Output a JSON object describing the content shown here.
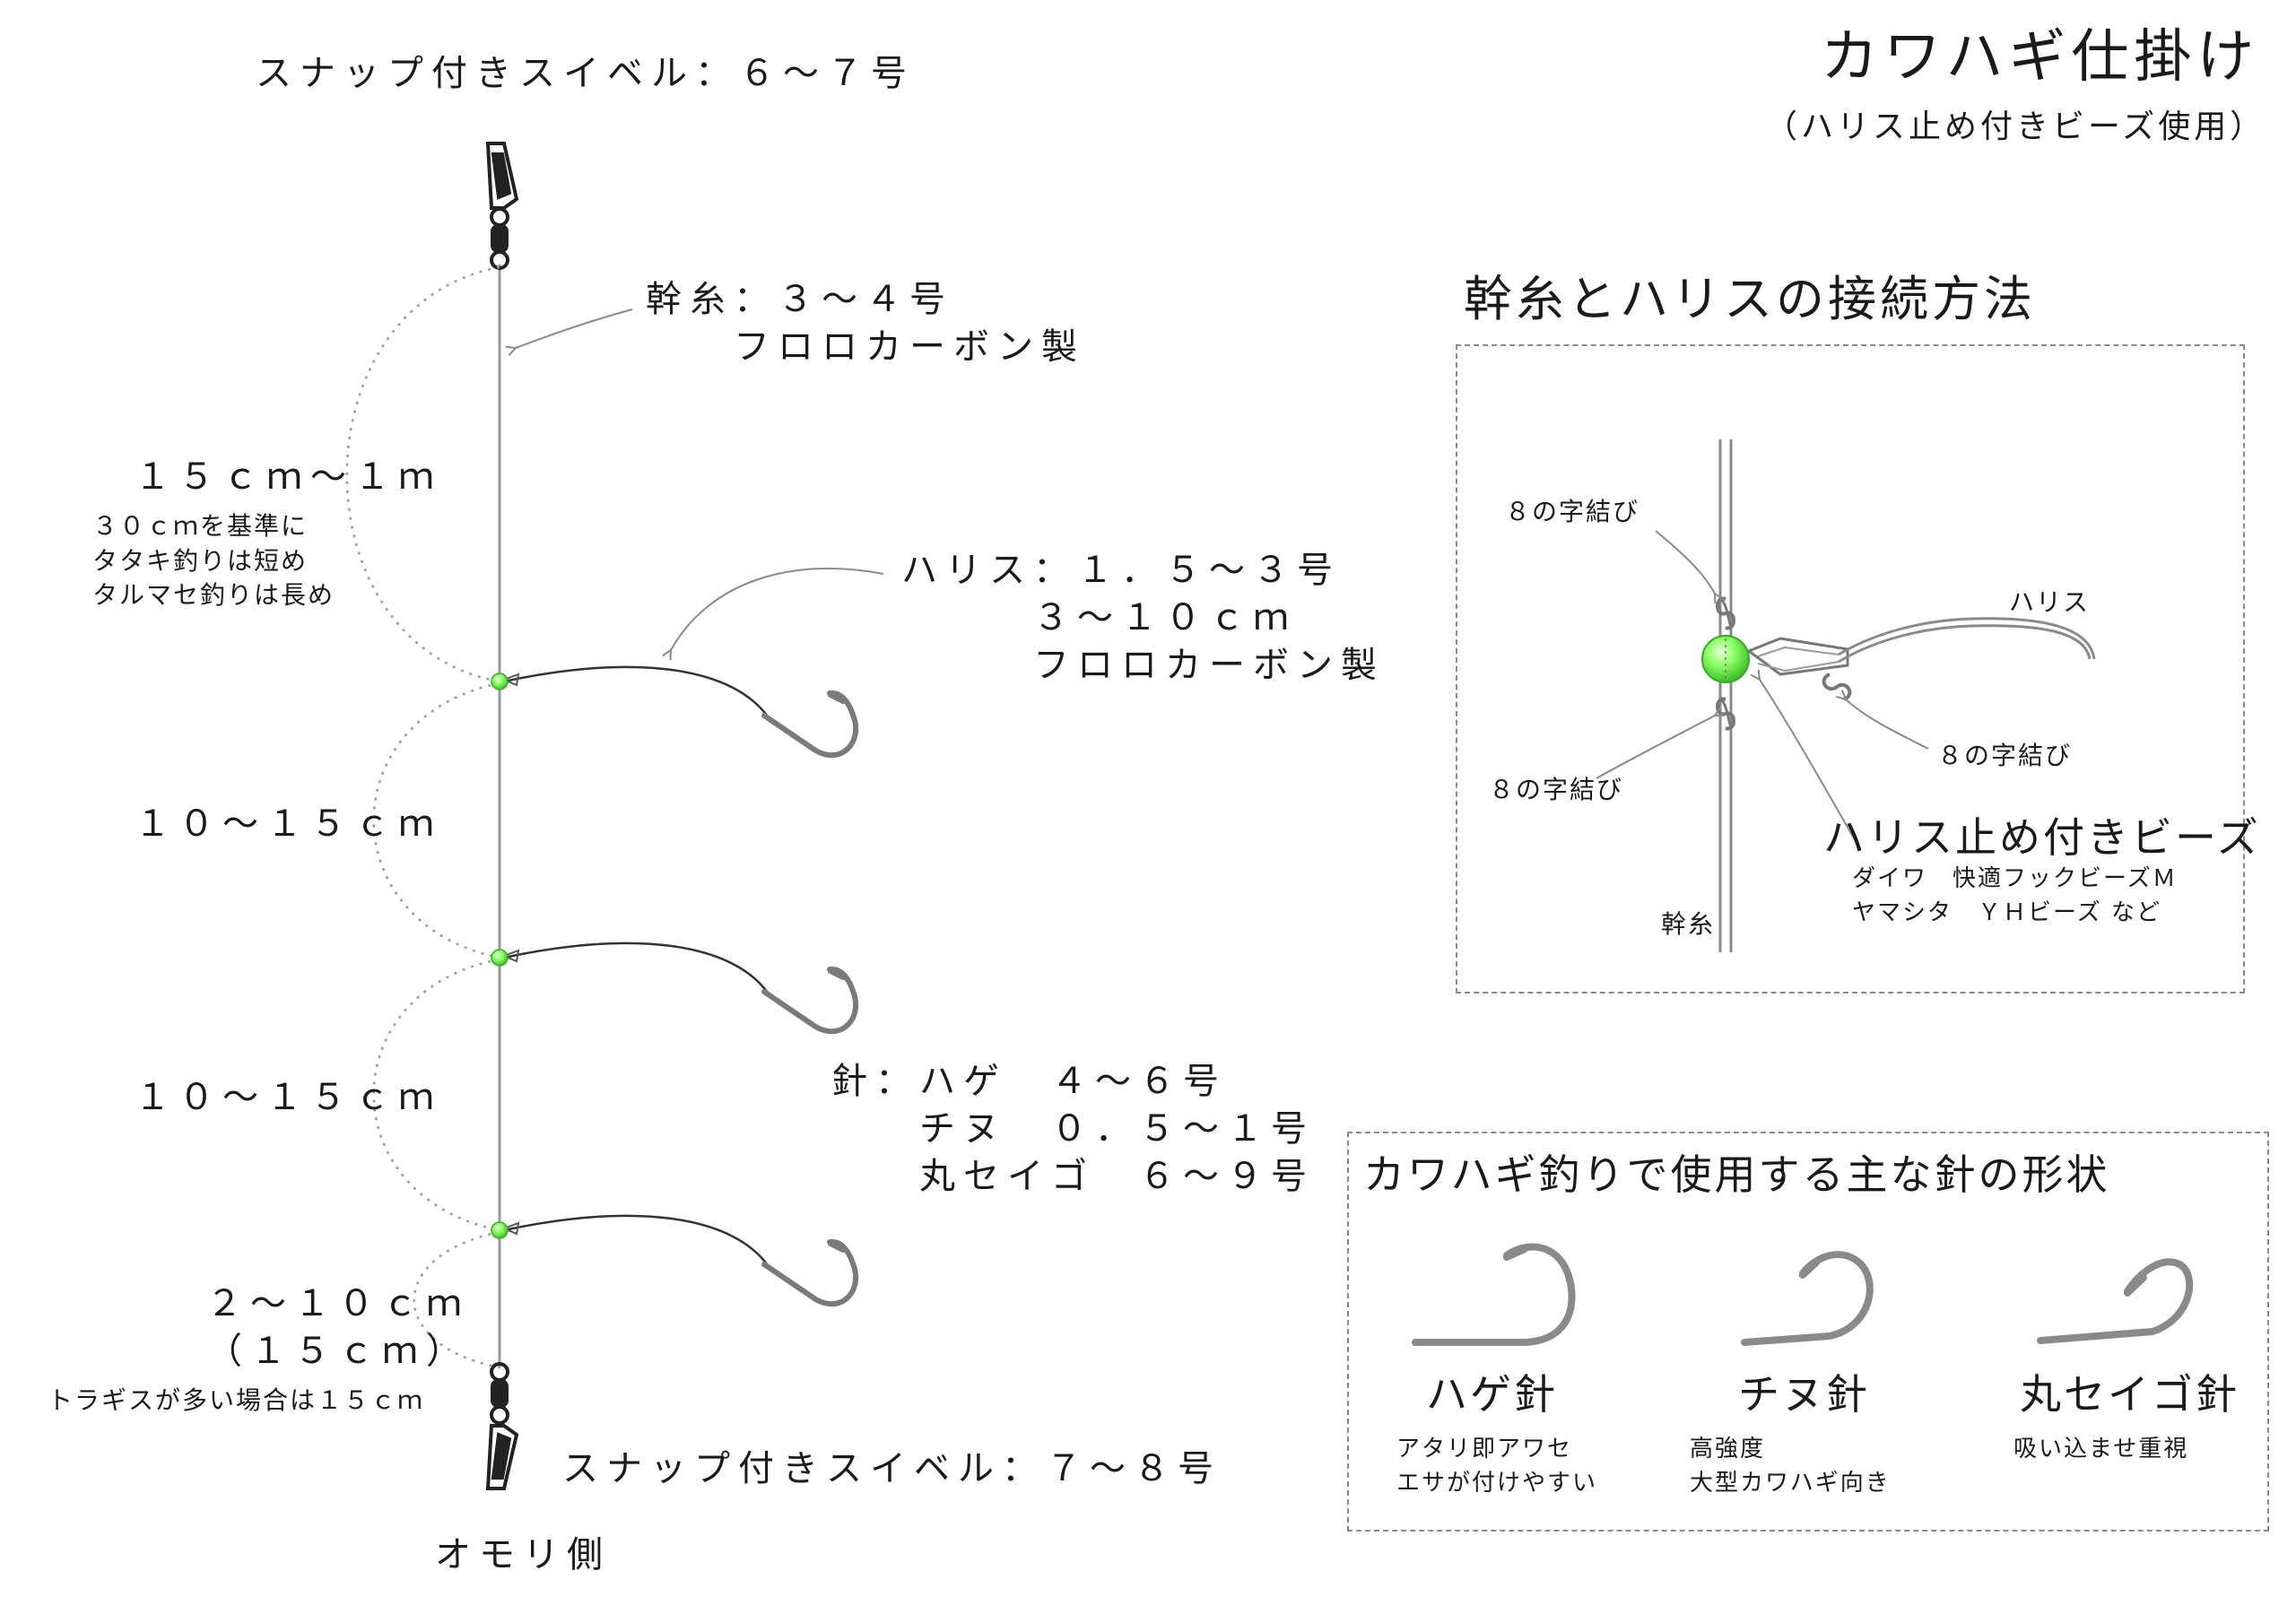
{
  "title": "カワハギ仕掛け",
  "subtitle": "（ハリス止め付きビーズ使用）",
  "rig": {
    "top_swivel": "スナップ付きスイベル：６～７号",
    "mainline": "幹糸：３～４号\n　　フロロカーボン製",
    "spacing_top": "１５ｃｍ～１ｍ",
    "spacing_top_note": "３０ｃｍを基準に\nタタキ釣りは短め\nタルマセ釣りは長め",
    "leader": "ハリス：１．５～３号\n　　　３～１０ｃｍ\n　　　フロロカーボン製",
    "spacing_mid1": "１０～１５ｃｍ",
    "spacing_mid2": "１０～１５ｃｍ",
    "hook_spec": "針：ハゲ　４～６号\n　　チヌ　０．５～１号\n　　丸セイゴ　６～９号",
    "spacing_bottom": "２～１０ｃｍ\n（１５ｃｍ）",
    "spacing_bottom_note": "トラギスが多い場合は１５ｃｍ",
    "bottom_swivel": "スナップ付きスイベル：７～８号",
    "sinker_side": "オモリ側"
  },
  "connection": {
    "heading": "幹糸とハリスの接続方法",
    "knot_top": "８の字結び",
    "knot_bottom": "８の字結び",
    "knot_leader": "８の字結び",
    "leader_label": "ハリス",
    "mainline_label": "幹糸",
    "bead_label": "ハリス止め付きビーズ",
    "bead_products": "ダイワ　快適フックビーズＭ\nヤマシタ　ＹＨビーズ など"
  },
  "hooks": {
    "heading": "カワハギ釣りで使用する主な針の形状",
    "items": [
      {
        "name": "ハゲ針",
        "desc": "アタリ即アワセ\nエサが付けやすい"
      },
      {
        "name": "チヌ針",
        "desc": "高強度\n大型カワハギ向き"
      },
      {
        "name": "丸セイゴ針",
        "desc": "吸い込ませ重視"
      }
    ]
  },
  "colors": {
    "bead": "#7dff5a",
    "line": "#9a9a9a",
    "hook": "#8a8a8a",
    "ink": "#1a1a1a"
  }
}
